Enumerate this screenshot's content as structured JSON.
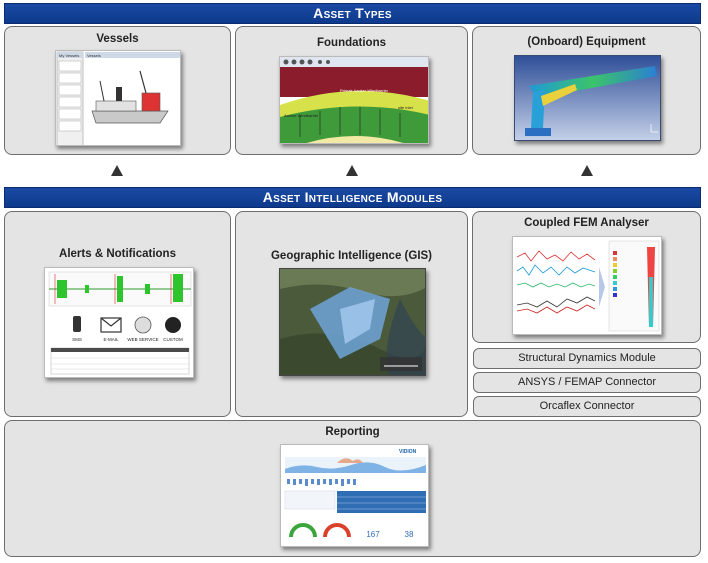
{
  "banners": {
    "asset_types": "Asset Types",
    "modules": "Asset Intelligence Modules"
  },
  "asset_types": {
    "vessels": "Vessels",
    "foundations": "Foundations",
    "equipment": "(Onboard) Equipment"
  },
  "vessels_thumb": {
    "sidebar_title": "My Vessels",
    "window_title": "Vessels"
  },
  "foundations_thumb": {
    "layers": [
      "Primair Aanker Windbarrier",
      "Aanker Windbarrier",
      "site inlet"
    ]
  },
  "modules": {
    "alerts": "Alerts & Notifications",
    "gis": "Geographic Intelligence (GIS)",
    "fem": "Coupled FEM Analyser",
    "structural": "Structural Dynamics Module",
    "ansys": "ANSYS / FEMAP Connector",
    "orcaflex": "Orcaflex Connector",
    "reporting": "Reporting"
  },
  "alerts_thumb": {
    "channels": [
      "SMS",
      "E-MAIL",
      "WEB SERVICE",
      "CUSTOM"
    ]
  },
  "reporting_thumb": {
    "brand": "VIDION",
    "kpi_values": [
      "167",
      "38"
    ]
  },
  "colors": {
    "banner": "#0e3a8c",
    "panel": "#e4e4e4",
    "gauge_green": "#3aa53a",
    "gauge_red": "#d9412b"
  }
}
